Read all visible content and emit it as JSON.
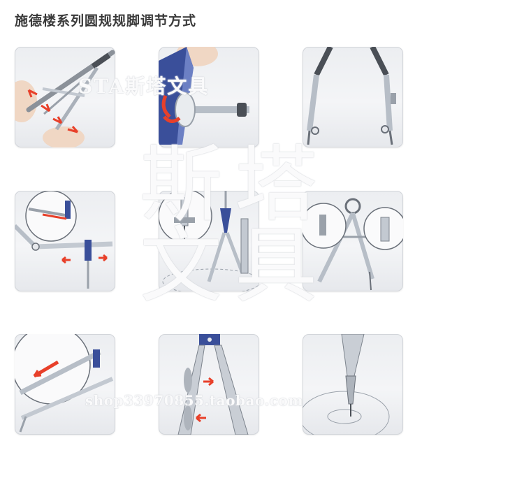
{
  "page": {
    "title": "施德楼系列圆规规脚调节方式"
  },
  "watermarks": {
    "brand": "STA斯塔文具",
    "big_line1": "斯塔",
    "big_line2": "文具",
    "url": "shop33970855.taobao.com"
  },
  "colors": {
    "arrow": "#e8402a",
    "metal": "#b7bec7",
    "blue": "#3a4f9a",
    "tile_border": "#d2d5da"
  },
  "tiles": [
    {
      "icon": "compass-leg-spread-icon"
    },
    {
      "icon": "screw-knob-turn-icon"
    },
    {
      "icon": "compass-knee-joint-icon"
    },
    {
      "icon": "extension-bar-insert-icon"
    },
    {
      "icon": "pencil-insert-icon"
    },
    {
      "icon": "center-wheel-adjust-icon"
    },
    {
      "icon": "lead-slide-icon"
    },
    {
      "icon": "leg-bend-icon"
    },
    {
      "icon": "needle-point-icon"
    }
  ]
}
